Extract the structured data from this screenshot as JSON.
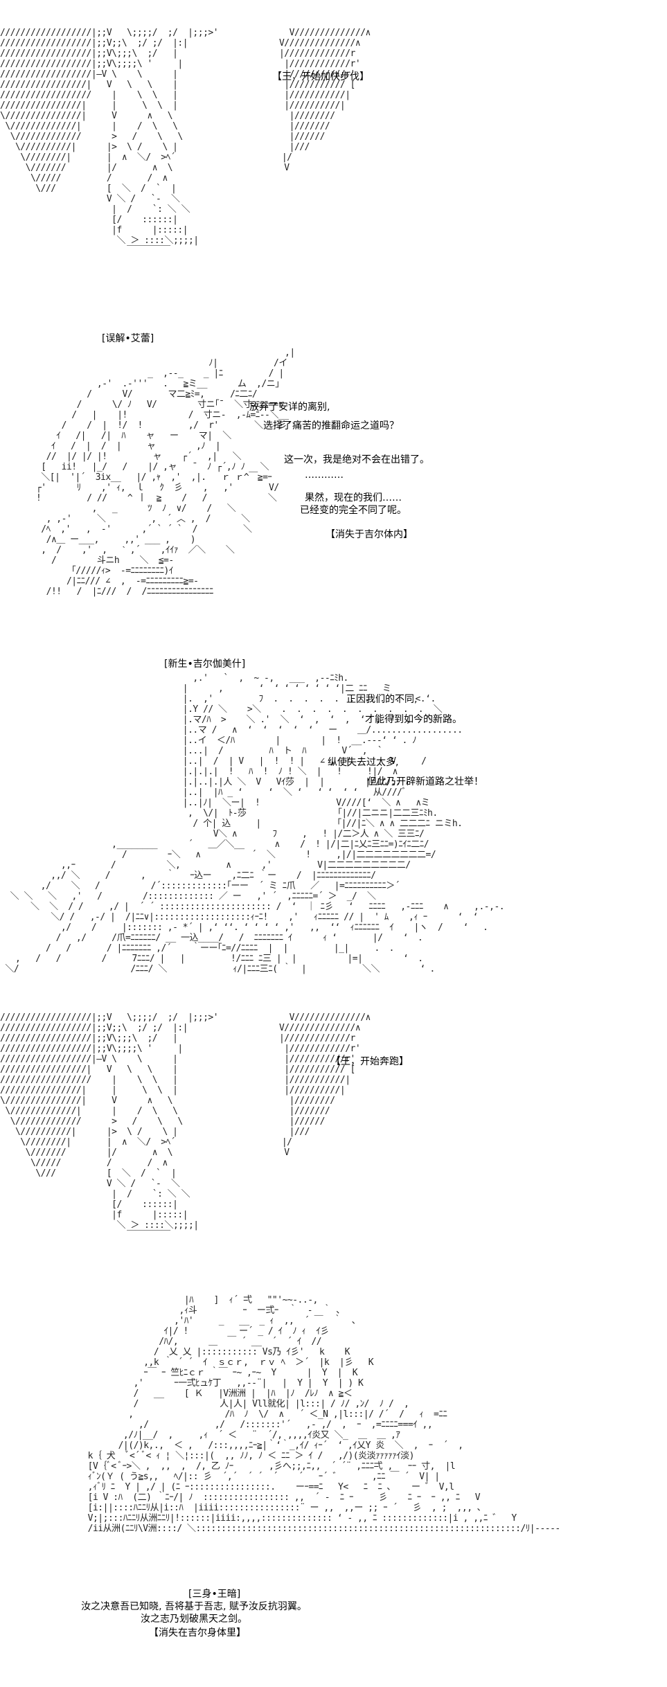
{
  "panel1": {
    "caption": "【王，开始加快步伐】"
  },
  "panel2": {
    "header": "[误解•艾蕾]",
    "lines": [
      "放弃了安详的离别,",
      "选择了痛苦的推翻命运之道吗？",
      "这一次，我是绝对不会在出错了。",
      "…………",
      "果然，现在的我们……",
      "已经变的完全不同了呢。"
    ],
    "footer": "【消失于吉尔体内】"
  },
  "panel3": {
    "header": "[新生•吉尔伽美什]",
    "lines": [
      "正因我们的不同,",
      "才能得到如今的新路。",
      "纵使失去过太多,",
      "但此乃开辟新道路之壮举！"
    ]
  },
  "panel4": {
    "caption": "【王，开始奔跑】"
  },
  "panel5": {
    "header": "[三身•王暗]",
    "lines": [
      "汝之决意吾已知晓, 吾将基于吾志, 赋予汝反抗羽翼。",
      "汝之志乃划破黑天之剑。"
    ],
    "footer": "【消失在吉尔身体里】"
  }
}
